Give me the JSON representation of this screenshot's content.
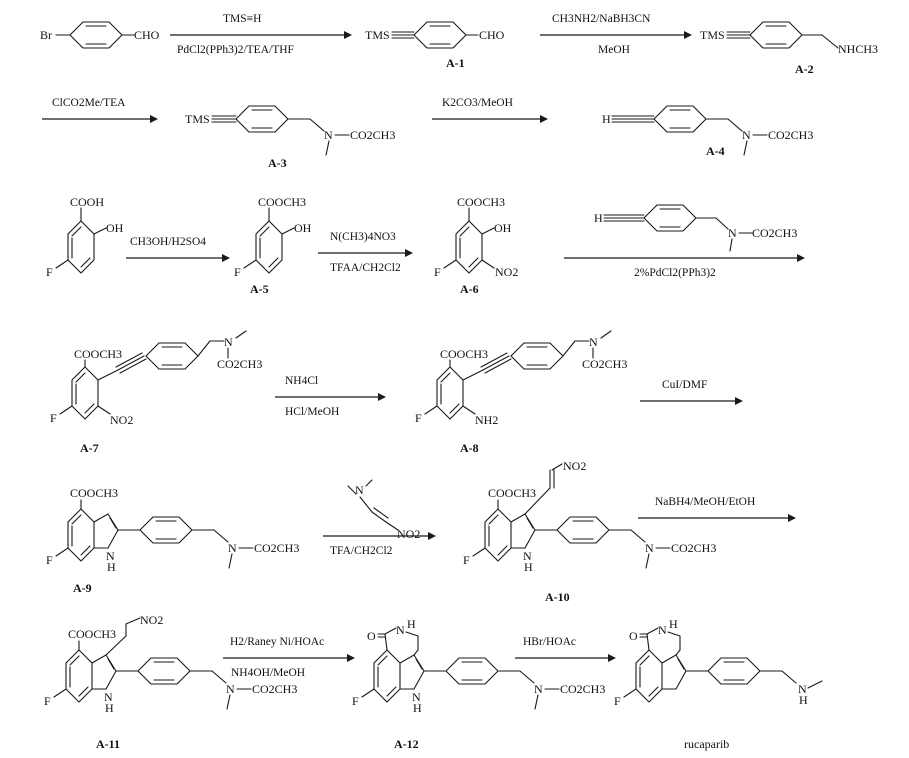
{
  "compounds": {
    "a1": "A-1",
    "a2": "A-2",
    "a3": "A-3",
    "a4": "A-4",
    "a5": "A-5",
    "a6": "A-6",
    "a7": "A-7",
    "a8": "A-8",
    "a9": "A-9",
    "a10": "A-10",
    "a11": "A-11",
    "a12": "A-12",
    "final": "rucaparib"
  },
  "conditions": {
    "s1_top": "TMS≡H",
    "s1_bottom": "PdCl2(PPh3)2/TEA/THF",
    "s2_top": "CH3NH2/NaBH3CN",
    "s2_bottom": "MeOH",
    "s3_top": "ClCO2Me/TEA",
    "s4_top": "K2CO3/MeOH",
    "s5_top": "CH3OH/H2SO4",
    "s6_top": "N(CH3)4NO3",
    "s6_bottom": "TFAA/CH2Cl2",
    "s7_bottom": "2%PdCl2(PPh3)2",
    "s8_top": "NH4Cl",
    "s8_bottom": "HCl/MeOH",
    "s9_top": "CuI/DMF",
    "s10_bottom": "TFA/CH2Cl2",
    "s11_top": "NaBH4/MeOH/EtOH",
    "s12_top": "H2/Raney Ni/HOAc",
    "s12_bottom": "NH4OH/MeOH",
    "s13_top": "HBr/HOAc"
  },
  "atoms": {
    "br": "Br",
    "cho": "CHO",
    "tms": "TMS",
    "h": "H",
    "nhch3": "NHCH3",
    "n": "N",
    "co2ch3": "CO2CH3",
    "cooh": "COOH",
    "oh": "OH",
    "f": "F",
    "cooch3": "COOCH3",
    "no2": "NO2",
    "nh2": "NH2",
    "o": "O",
    "nh": "N"
  }
}
